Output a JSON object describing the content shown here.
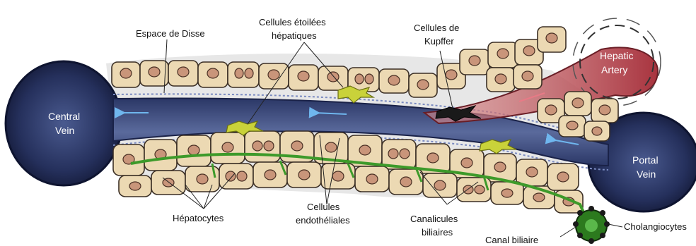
{
  "labels": {
    "espace_de_disse": "Espace de Disse",
    "cellules_etoilees_l1": "Cellules étoilées",
    "cellules_etoilees_l2": "hépatiques",
    "cellules_kupffer_l1": "Cellules de",
    "cellules_kupffer_l2": "Kupffer",
    "hepatic_artery_l1": "Hepatic",
    "hepatic_artery_l2": "Artery",
    "central_vein_l1": "Central",
    "central_vein_l2": "Vein",
    "portal_vein_l1": "Portal",
    "portal_vein_l2": "Vein",
    "hepatocytes": "Hépatocytes",
    "cellules_endo_l1": "Cellules",
    "cellules_endo_l2": "endothéliales",
    "canalicules_l1": "Canalicules",
    "canalicules_l2": "biliaires",
    "canal_biliaire": "Canal biliaire",
    "cholangiocytes": "Cholangiocytes"
  },
  "colors": {
    "vein": "#1f2a52",
    "sinusoid": "#3a4a7a",
    "hepatocyte": "#ecd9b3",
    "nucleus": "#c9957a",
    "artery": "#a8343f",
    "canaliculus": "#3d9a2a",
    "stellate": "#c9d23a",
    "kupffer": "#1a1a1a",
    "flow_arrow": "#6fb6ee"
  }
}
